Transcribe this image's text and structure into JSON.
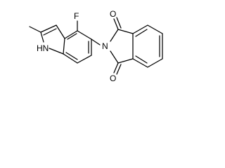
{
  "atoms": {
    "fluorine": "F",
    "indole_nh": "HN",
    "imide_n": "N",
    "carbonyl_o_top": "O",
    "carbonyl_o_bottom": "O"
  }
}
